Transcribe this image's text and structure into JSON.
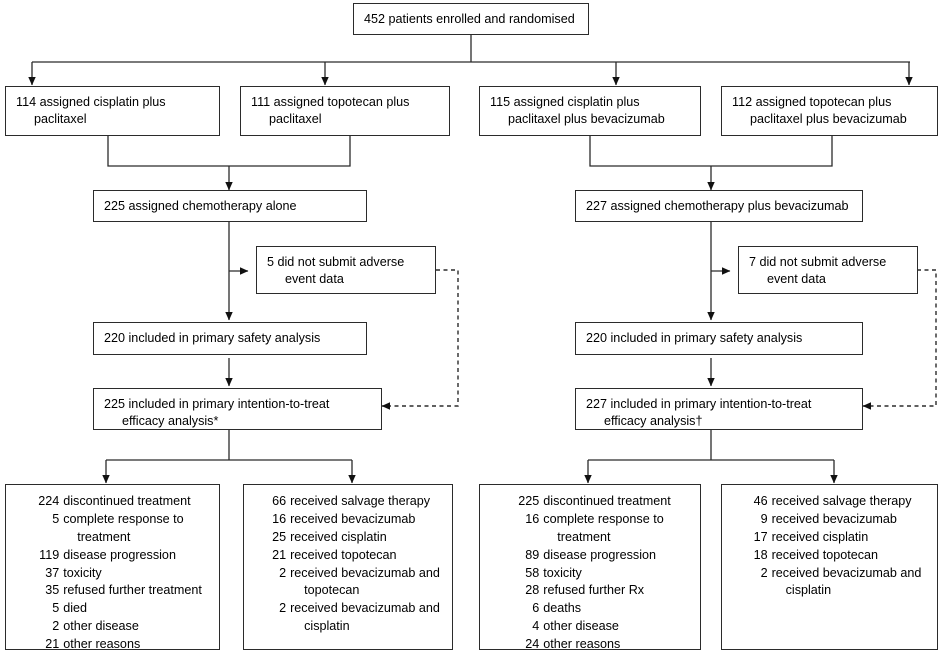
{
  "diagram": {
    "title": "CONSORT trial profile",
    "type": "flowchart",
    "line_color": "#2b2b2b"
  },
  "nodes": {
    "enrolled": {
      "text": "452 patients enrolled and randomised"
    },
    "arm1": {
      "text": "114 assigned cisplatin plus paclitaxel"
    },
    "arm2": {
      "text": "111 assigned topotecan plus paclitaxel"
    },
    "arm3": {
      "text": "115 assigned cisplatin plus paclitaxel plus bevacizumab"
    },
    "arm4": {
      "text": "112 assigned topotecan plus paclitaxel plus bevacizumab"
    },
    "chemo_alone": {
      "text": "225 assigned chemotherapy alone"
    },
    "chemo_bev": {
      "text": "227 assigned chemotherapy plus bevacizumab"
    },
    "excl_left": {
      "text": "5 did not submit adverse event data"
    },
    "excl_right": {
      "text": "7 did not submit adverse event data"
    },
    "safety_left": {
      "text": "220 included in primary safety analysis"
    },
    "safety_right": {
      "text": "220 included in primary safety analysis"
    },
    "itt_left": {
      "text": "225 included in primary intention-to-treat efficacy analysis*"
    },
    "itt_right": {
      "text": "227 included in primary intention-to-treat efficacy analysis†"
    }
  },
  "lists": {
    "discontinued_left": {
      "header_num": "224",
      "header_label": "discontinued treatment",
      "items": [
        {
          "num": "5",
          "label": "complete response to",
          "cont": "treatment"
        },
        {
          "num": "119",
          "label": "disease progression",
          "cont": ""
        },
        {
          "num": "37",
          "label": "toxicity",
          "cont": ""
        },
        {
          "num": "35",
          "label": "refused further treatment",
          "cont": ""
        },
        {
          "num": "5",
          "label": "died",
          "cont": ""
        },
        {
          "num": "2",
          "label": "other disease",
          "cont": ""
        },
        {
          "num": "21",
          "label": "other reasons",
          "cont": ""
        }
      ]
    },
    "salvage_left": {
      "header_num": "66",
      "header_label": "received salvage therapy",
      "items": [
        {
          "num": "16",
          "label": "received bevacizumab",
          "cont": ""
        },
        {
          "num": "25",
          "label": "received cisplatin",
          "cont": ""
        },
        {
          "num": "21",
          "label": "received topotecan",
          "cont": ""
        },
        {
          "num": "2",
          "label": "received bevacizumab and",
          "cont": "topotecan"
        },
        {
          "num": "2",
          "label": "received bevacizumab and",
          "cont": "cisplatin"
        }
      ]
    },
    "discontinued_right": {
      "header_num": "225",
      "header_label": "discontinued treatment",
      "items": [
        {
          "num": "16",
          "label": "complete response to",
          "cont": "treatment"
        },
        {
          "num": "89",
          "label": "disease progression",
          "cont": ""
        },
        {
          "num": "58",
          "label": "toxicity",
          "cont": ""
        },
        {
          "num": "28",
          "label": "refused further Rx",
          "cont": ""
        },
        {
          "num": "6",
          "label": "deaths",
          "cont": ""
        },
        {
          "num": "4",
          "label": "other disease",
          "cont": ""
        },
        {
          "num": "24",
          "label": "other reasons",
          "cont": ""
        }
      ]
    },
    "salvage_right": {
      "header_num": "46",
      "header_label": "received salvage therapy",
      "items": [
        {
          "num": "9",
          "label": "received bevacizumab",
          "cont": ""
        },
        {
          "num": "17",
          "label": "received cisplatin",
          "cont": ""
        },
        {
          "num": "18",
          "label": "received topotecan",
          "cont": ""
        },
        {
          "num": "2",
          "label": "received bevacizumab and",
          "cont": "cisplatin"
        }
      ]
    }
  }
}
